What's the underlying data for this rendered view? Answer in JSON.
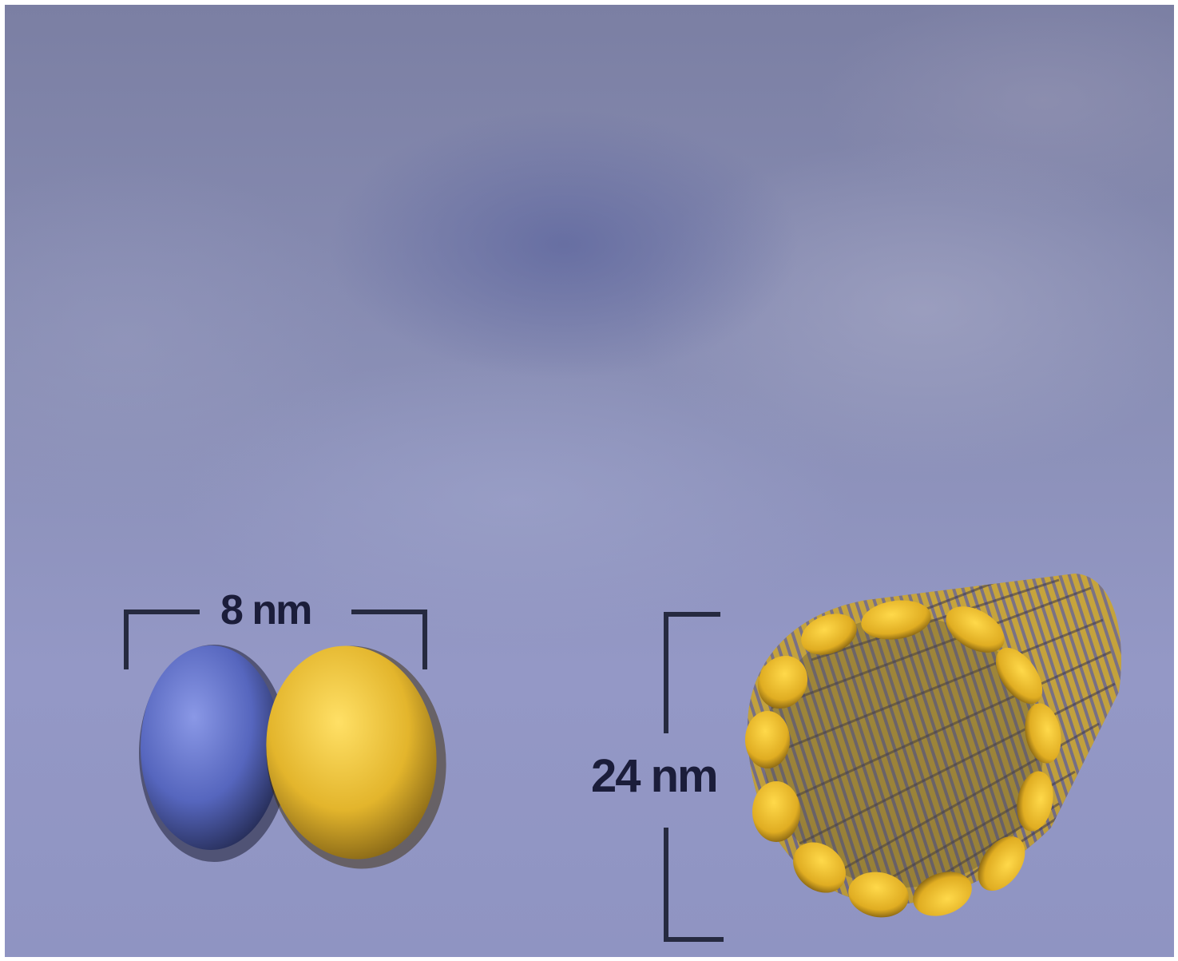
{
  "dimer_label": "8 nm",
  "microtubule_label": "24 nm",
  "colors": {
    "alpha_tubulin": "#5a6bc0",
    "beta_tubulin": "#e2b52e",
    "bracket": "#262a40",
    "background": "#8a8fb8"
  },
  "icons": {
    "dimer": "tubulin-dimer-illustration",
    "microtubule": "microtubule-cylinder-illustration"
  }
}
